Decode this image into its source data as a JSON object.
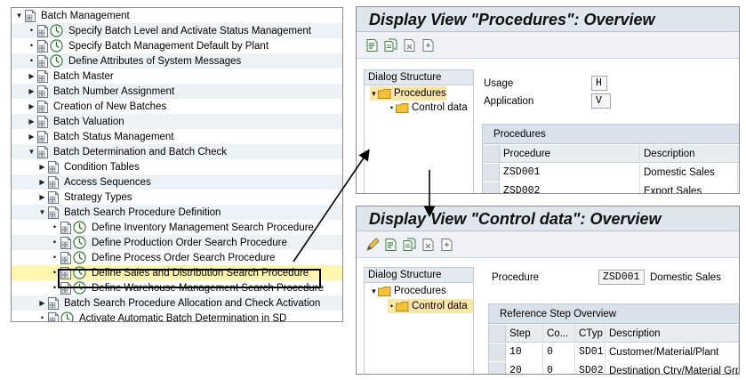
{
  "tree": {
    "items": [
      {
        "label": "Batch Management",
        "expander": "▼",
        "icon": "doc-icon",
        "indent": 0
      },
      {
        "label": "Specify Batch Level and Activate Status Management",
        "expander": "•",
        "icon": "activity-icon",
        "indent": 1
      },
      {
        "label": "Specify Batch Management Default by Plant",
        "expander": "•",
        "icon": "activity-icon",
        "indent": 1
      },
      {
        "label": "Define Attributes of System Messages",
        "expander": "•",
        "icon": "activity-icon",
        "indent": 1
      },
      {
        "label": "Batch Master",
        "expander": "▶",
        "icon": "doc-icon",
        "indent": 1
      },
      {
        "label": "Batch Number Assignment",
        "expander": "▶",
        "icon": "doc-icon",
        "indent": 1
      },
      {
        "label": "Creation of New Batches",
        "expander": "▶",
        "icon": "doc-icon",
        "indent": 1
      },
      {
        "label": "Batch Valuation",
        "expander": "▶",
        "icon": "doc-icon",
        "indent": 1
      },
      {
        "label": "Batch Status Management",
        "expander": "▶",
        "icon": "doc-icon",
        "indent": 1
      },
      {
        "label": "Batch Determination and Batch Check",
        "expander": "▼",
        "icon": "doc-icon",
        "indent": 1
      },
      {
        "label": "Condition Tables",
        "expander": "▶",
        "icon": "doc-icon",
        "indent": 2
      },
      {
        "label": "Access Sequences",
        "expander": "▶",
        "icon": "doc-icon",
        "indent": 2
      },
      {
        "label": "Strategy Types",
        "expander": "▶",
        "icon": "doc-icon",
        "indent": 2
      },
      {
        "label": "Batch Search Procedure Definition",
        "expander": "▼",
        "icon": "doc-icon",
        "indent": 2
      },
      {
        "label": "Define Inventory Management Search Procedure",
        "expander": "•",
        "icon": "activity-icon",
        "indent": 3
      },
      {
        "label": "Define Production Order Search Procedure",
        "expander": "•",
        "icon": "activity-icon",
        "indent": 3
      },
      {
        "label": "Define Process Order Search Procedure",
        "expander": "•",
        "icon": "activity-icon",
        "indent": 3
      },
      {
        "label": "Define Sales and Distribution Search Procedure",
        "expander": "•",
        "icon": "activity-icon",
        "indent": 3,
        "highlighted": true
      },
      {
        "label": "Define Warehouse Management Search Procedure",
        "expander": "•",
        "icon": "activity-icon",
        "indent": 3
      },
      {
        "label": "Batch Search Procedure Allocation and Check Activation",
        "expander": "▶",
        "icon": "doc-icon",
        "indent": 2
      },
      {
        "label": "Activate Automatic Batch Determination in SD",
        "expander": "•",
        "icon": "activity-icon",
        "indent": 2
      }
    ]
  },
  "win1": {
    "title": "Display View \"Procedures\": Overview",
    "toolbar_icons": [
      "display-icon",
      "copy-icon",
      "delete-icon",
      "transport-icon"
    ],
    "dialog": {
      "header": "Dialog Structure",
      "items": [
        {
          "label": "Procedures",
          "expander": "▼",
          "selected": true
        },
        {
          "label": "Control data",
          "expander": "•",
          "selected": false
        }
      ]
    },
    "fields": {
      "usage_label": "Usage",
      "usage_value": "H",
      "application_label": "Application",
      "application_value": "V"
    },
    "table": {
      "caption": "Procedures",
      "columns": [
        "Procedure",
        "Description"
      ],
      "rows": [
        [
          "ZSD001",
          "Domestic Sales"
        ],
        [
          "ZSD002",
          "Export Sales"
        ]
      ]
    }
  },
  "win2": {
    "title": "Display View \"Control data\": Overview",
    "toolbar_icons": [
      "change-icon",
      "display-icon",
      "copy-icon",
      "delete-icon",
      "transport-icon"
    ],
    "dialog": {
      "header": "Dialog Structure",
      "items": [
        {
          "label": "Procedures",
          "expander": "▼",
          "selected": false
        },
        {
          "label": "Control data",
          "expander": "•",
          "selected": true
        }
      ]
    },
    "fields": {
      "procedure_label": "Procedure",
      "procedure_value": "ZSD001",
      "procedure_desc": "Domestic Sales"
    },
    "table": {
      "caption": "Reference Step Overview",
      "columns": [
        "Step",
        "Co...",
        "CTyp",
        "Description"
      ],
      "rows": [
        [
          "10",
          "0",
          "SD01",
          "Customer/Material/Plant"
        ],
        [
          "20",
          "0",
          "SD02",
          "Destination Ctry/Material Grp"
        ]
      ]
    }
  },
  "colors": {
    "highlight_row": "#fff7b0",
    "selected_node": "#fce5a8",
    "title_bar": "#dfe6ee"
  }
}
